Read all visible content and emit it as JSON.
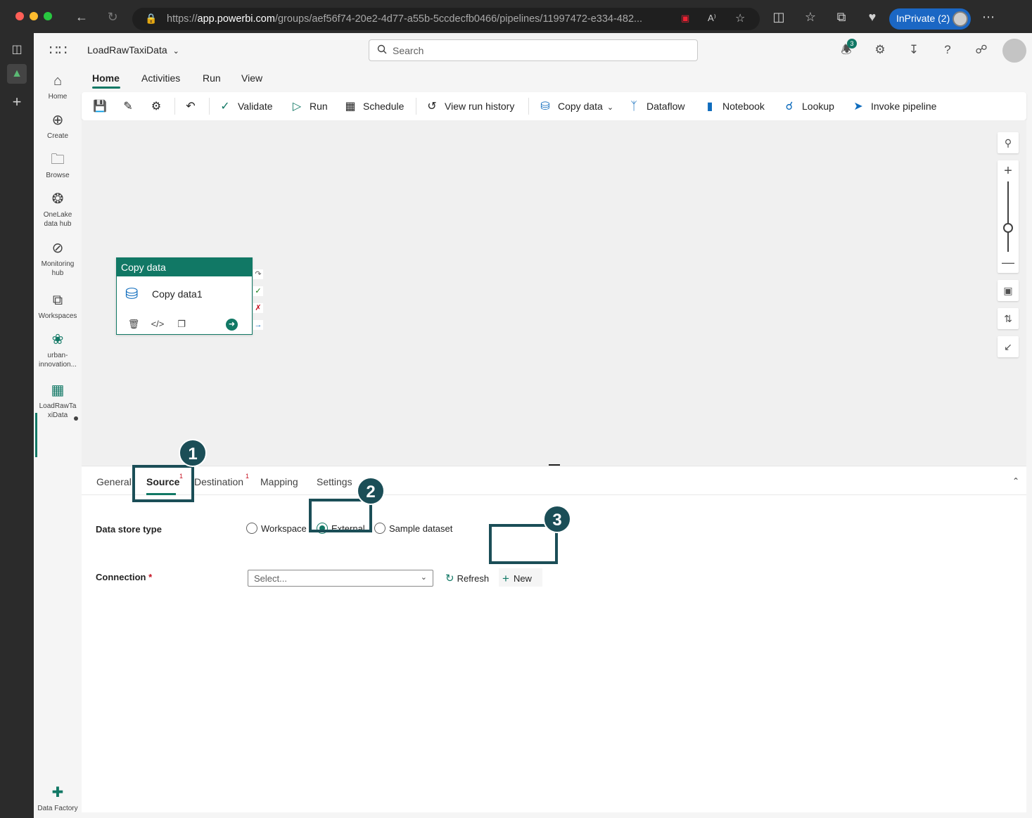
{
  "browser": {
    "url_prefix": "https://",
    "url_host": "app.powerbi.com",
    "url_path": "/groups/aef56f74-20e2-4d77-a55b-5ccdecfb0466/pipelines/11997472-e334-482...",
    "inprivate_label": "InPrivate (2)"
  },
  "app": {
    "title": "LoadRawTaxiData",
    "search_placeholder": "Search",
    "notification_count": "3"
  },
  "rail": {
    "items": [
      {
        "label": "Home",
        "icon": "home-icon"
      },
      {
        "label": "Create",
        "icon": "plus-circle-icon"
      },
      {
        "label": "Browse",
        "icon": "folder-icon"
      },
      {
        "label": "OneLake data hub",
        "icon": "onelake-icon"
      },
      {
        "label": "Monitoring hub",
        "icon": "monitor-icon"
      },
      {
        "label": "Workspaces",
        "icon": "workspaces-icon"
      },
      {
        "label": "urban-innovation...",
        "icon": "workspace-group-icon"
      },
      {
        "label": "LoadRawTaxiData",
        "icon": "pipeline-icon"
      }
    ],
    "bottom_label": "Data Factory"
  },
  "ribbon": {
    "tabs": [
      "Home",
      "Activities",
      "Run",
      "View"
    ],
    "validate": "Validate",
    "run": "Run",
    "schedule": "Schedule",
    "view_run_history": "View run history",
    "copy_data": "Copy data",
    "dataflow": "Dataflow",
    "notebook": "Notebook",
    "lookup": "Lookup",
    "invoke_pipeline": "Invoke pipeline"
  },
  "canvas": {
    "node_type": "Copy data",
    "node_name": "Copy data1"
  },
  "properties": {
    "tabs": [
      "General",
      "Source",
      "Destination",
      "Mapping",
      "Settings"
    ],
    "required_mark": "1",
    "data_store_type_label": "Data store type",
    "radio_workspace": "Workspace",
    "radio_external": "External",
    "radio_sample": "Sample dataset",
    "connection_label": "Connection",
    "required_star": "*",
    "connection_placeholder": "Select...",
    "refresh_label": "Refresh",
    "new_label": "New"
  },
  "steps": [
    "1",
    "2",
    "3"
  ],
  "colors": {
    "accent": "#117865",
    "callout": "#1b4e57",
    "required": "#c50f1f"
  }
}
